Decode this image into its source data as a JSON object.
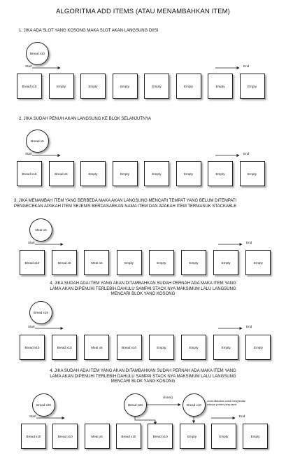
{
  "title": "ALGORITMA ADD ITEMS (ATAU MENAMBAHKAN ITEM)",
  "start_label": "Start",
  "end_label": "End",
  "sections": [
    {
      "heading": [
        "1. JIKA ADA SLOT YANG KOSONG MAKA SLOT AKAN LANGSUNG DIISI"
      ],
      "item": "Bread x10",
      "slots": [
        "Bread x10",
        "Empty",
        "Empty",
        "Empty",
        "Empty",
        "Empty",
        "Empty",
        "Empty"
      ]
    },
    {
      "heading": [
        "2. JIKA SUDAH PENUH AKAN LANGSUNG KE BLOK SELANJUTNYA"
      ],
      "item": "Bread x5",
      "slots": [
        "Bread x10",
        "Bread x5",
        "Empty",
        "Empty",
        "Empty",
        "Empty",
        "Empty",
        "Empty"
      ]
    },
    {
      "heading": [
        "3. JIKA MENAMBAH ITEM YANG BERBEDA MAKA AKAN LANGSUNG MENCARI TEMPAT YANG BELUM DITEMPATI",
        "PENGECEKAN APAKAH ITEM SEJENIS BERDASARKAN NAMA ITEM DAN APAKAH ITEM TERMASUK STACKABLE"
      ],
      "item": "Meat x5",
      "slots": [
        "Bread x10",
        "Bread x5",
        "Meat x5",
        "Empty",
        "Empty",
        "Empty",
        "Empty",
        "Empty"
      ]
    },
    {
      "heading": [
        "4. JIKA SUDAH ADA ITEM YANG AKAN DITAMBAHKAN SUDAH PERNAH ADA MAKA ITEM YANG",
        "LAMA AKAN DIPENUHI TERLEBIH DAHULU SAMPAI STACK NYA MAKSIMUM LALU LANGSUNG",
        "MENCARI BLOK YANG KOSONG"
      ],
      "item": "Bread x15",
      "slots": [
        "Bread x10",
        "Bread x10",
        "Meat x5",
        "Bread x10",
        "Empty",
        "Empty",
        "Empty",
        "Empty"
      ]
    },
    {
      "heading": [
        "4. JIKA SUDAH ADA ITEM YANG AKAN DITAMBAHKAN SUDAH PERNAH ADA MAKA ITEM YANG",
        "LAMA AKAN DIPENUHI TERLEBIH DAHULU SAMPAI STACK NYA MAKSIMUM LALU LANGSUNG",
        "MENCARI BLOK YANG KOSONG"
      ],
      "item": "Bread x20",
      "slots": [
        "Bread x10",
        "Bread x10",
        "Meat x5",
        "Bread x10",
        "Bread x10",
        "Empty",
        "Empty",
        "Empty"
      ],
      "clone_label": "clone()",
      "clone_source": "Bread x20",
      "clone_target": "Bread x10",
      "clone_note": [
        "clone dilakukan untuk menghindari",
        "adanya pointer yang sama"
      ]
    }
  ]
}
